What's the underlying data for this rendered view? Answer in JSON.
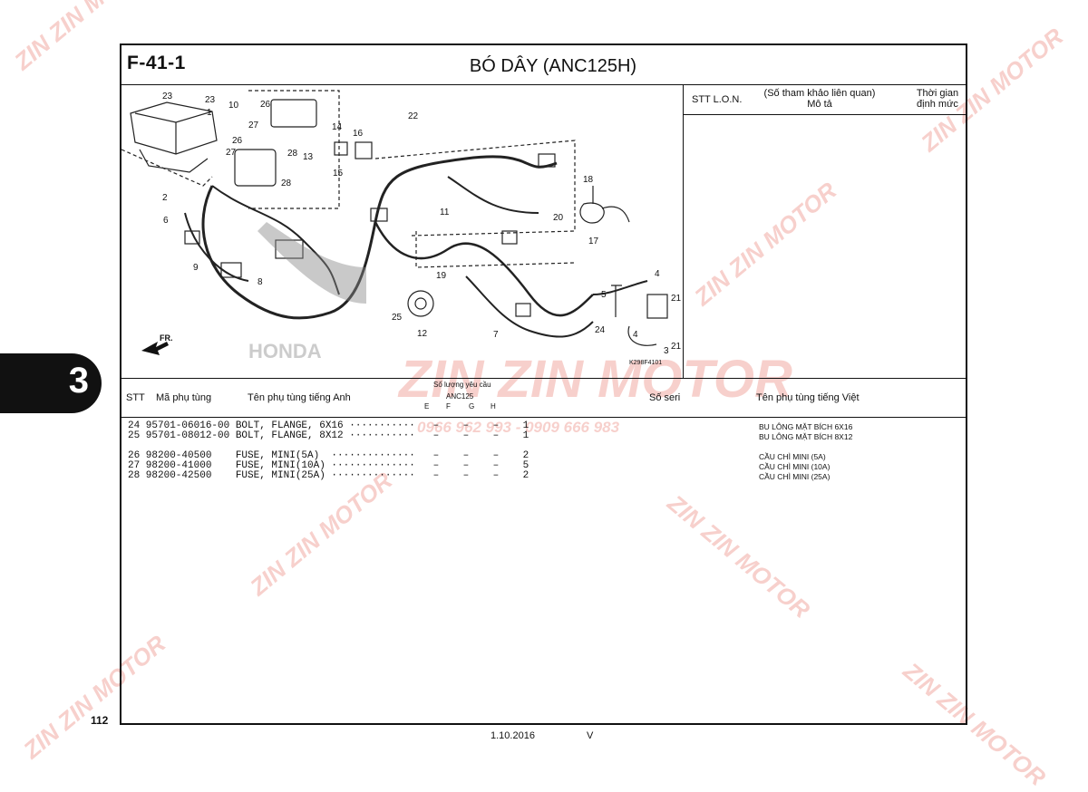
{
  "header": {
    "code": "F-41-1",
    "title": "BÓ DÂY (ANC125H)"
  },
  "right_panel": {
    "col_stt_lon": "STT  L.O.N.",
    "col_ref_1": "(Số tham khảo liên quan)",
    "col_ref_2": "Mô tả",
    "col_time_1": "Thời gian",
    "col_time_2": "định mức"
  },
  "diagram": {
    "code": "K298F4101",
    "fr_label": "FR.",
    "callouts": [
      "23",
      "23",
      "1",
      "10",
      "26",
      "27",
      "14",
      "16",
      "26",
      "27",
      "28",
      "13",
      "15",
      "22",
      "2",
      "6",
      "28",
      "18",
      "11",
      "20",
      "17",
      "9",
      "8",
      "19",
      "4",
      "5",
      "21",
      "25",
      "12",
      "7",
      "24",
      "4",
      "3",
      "21"
    ]
  },
  "table": {
    "headers": {
      "stt": "STT",
      "part_no": "Mã phụ tùng",
      "name_en": "Tên phụ tùng tiếng Anh",
      "qty": "Số lượng yêu cầu",
      "model": "ANC125",
      "cols": [
        "E",
        "F",
        "G",
        "H"
      ],
      "serial": "Số seri",
      "name_vi": "Tên phụ tùng tiếng Việt"
    },
    "rows": [
      {
        "line": "24 95701-06016-00 BOLT, FLANGE, 6X16 ···········   –    –    –    1",
        "vi": "BU LÔNG MẶT BÍCH 6X16"
      },
      {
        "line": "25 95701-08012-00 BOLT, FLANGE, 8X12 ···········   –    –    –    1",
        "vi": "BU LÔNG MẶT BÍCH 8X12"
      },
      {
        "line": "26 98200-40500    FUSE, MINI(5A)  ··············   –    –    –    2",
        "vi": "CẦU CHÌ MINI (5A)"
      },
      {
        "line": "27 98200-41000    FUSE, MINI(10A) ··············   –    –    –    5",
        "vi": "CẦU CHÌ MINI (10A)"
      },
      {
        "line": "28 98200-42500    FUSE, MINI(25A) ··············   –    –    –    2",
        "vi": "CẦU CHÌ MINI (25A)"
      }
    ]
  },
  "side_tab": "3",
  "page_number": "112",
  "footer": {
    "date": "1.10.2016",
    "ver": "V"
  },
  "watermark": {
    "brand": "ZIN ZIN MOTOR",
    "phone": "0966 962 993 - 0909 666 983"
  },
  "colors": {
    "watermark": "#e8786e",
    "ink": "#111111"
  }
}
